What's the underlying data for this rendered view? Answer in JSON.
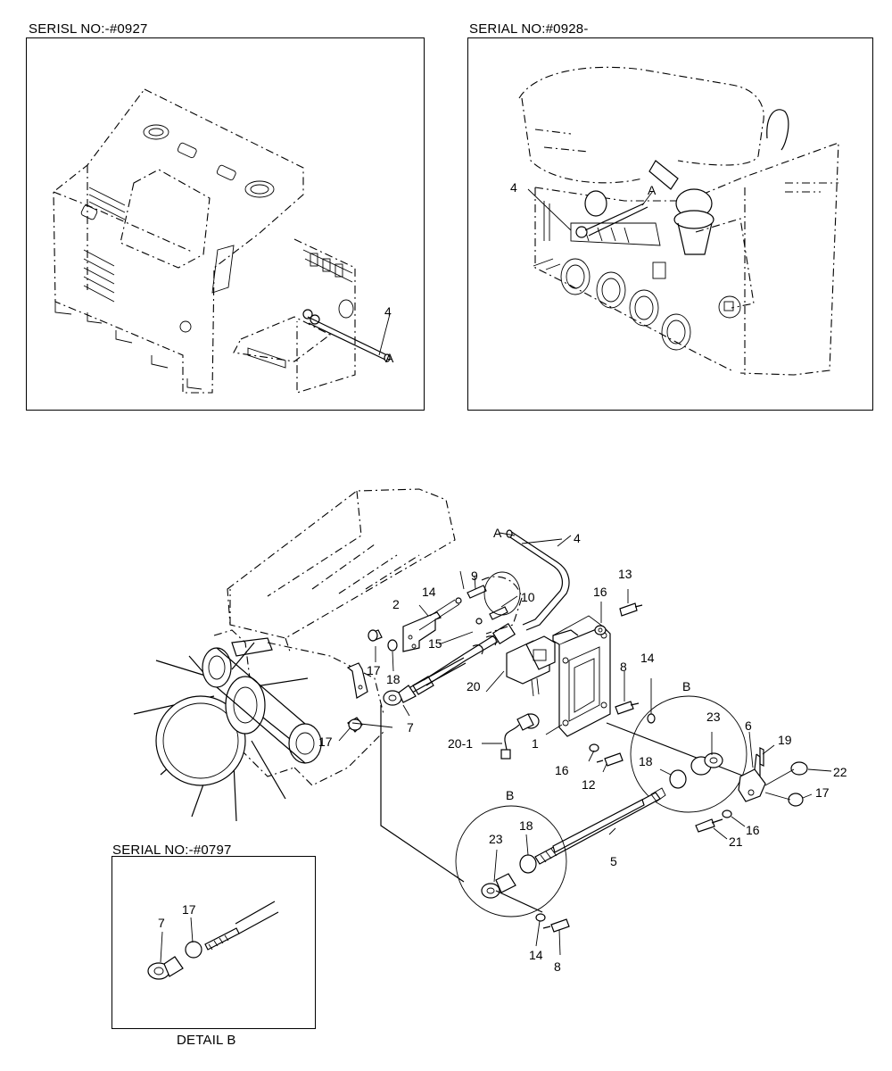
{
  "headers": {
    "panel_left": "SERISL NO:-#0927",
    "panel_right": "SERIAL NO:#0928-",
    "detail_box": "SERIAL NO:-#0797",
    "detail_caption": "DETAIL B"
  },
  "callouts": {
    "c1": "1",
    "c2": "2",
    "c4": "4",
    "c5": "5",
    "c6": "6",
    "c7": "7",
    "c8": "8",
    "c9": "9",
    "c10": "10",
    "c12": "12",
    "c13": "13",
    "c14": "14",
    "c15": "15",
    "c16": "16",
    "c17": "17",
    "c18": "18",
    "c19": "19",
    "c20": "20",
    "c20_1": "20-1",
    "c21": "21",
    "c22": "22",
    "c23": "23",
    "a": "A",
    "b": "B"
  }
}
